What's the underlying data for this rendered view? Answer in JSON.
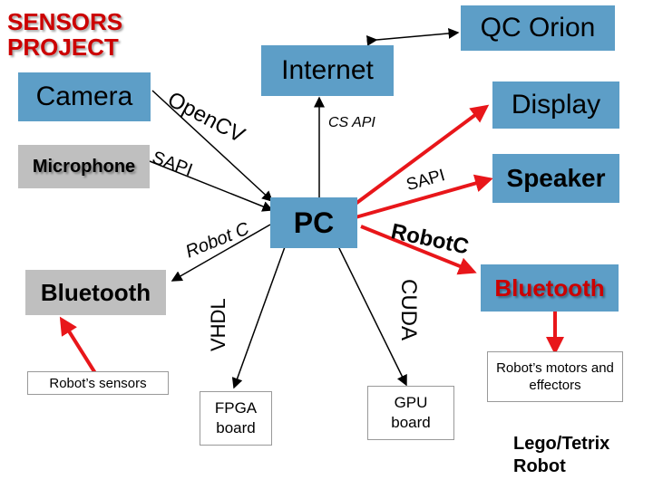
{
  "title": "SENSORS PROJECT",
  "nodes": {
    "qc_orion": "QC Orion",
    "internet": "Internet",
    "camera": "Camera",
    "display": "Display",
    "microphone": "Microphone",
    "speaker": "Speaker",
    "pc": "PC",
    "bluetooth_left": "Bluetooth",
    "bluetooth_right": "Bluetooth",
    "robot_sensors": "Robot’s sensors",
    "fpga_board": "FPGA board",
    "gpu_board": "GPU board",
    "robot_motors": "Robot’s motors and effectors",
    "lego_tetrix": "Lego/Tetrix Robot"
  },
  "edge_labels": {
    "opencv": "OpenCV",
    "cs_api": "CS API",
    "sapi_left": "SAPI",
    "sapi_right": "SAPI",
    "robot_c_left": "Robot C",
    "robot_c_right": "RobotC",
    "vhdl": "VHDL",
    "cuda": "CUDA"
  },
  "colors": {
    "box_blue": "#5d9ec7",
    "box_grey": "#bfbfbf",
    "title_red": "#cc0000",
    "arrow_red": "#e8161a",
    "arrow_black": "#000000"
  }
}
